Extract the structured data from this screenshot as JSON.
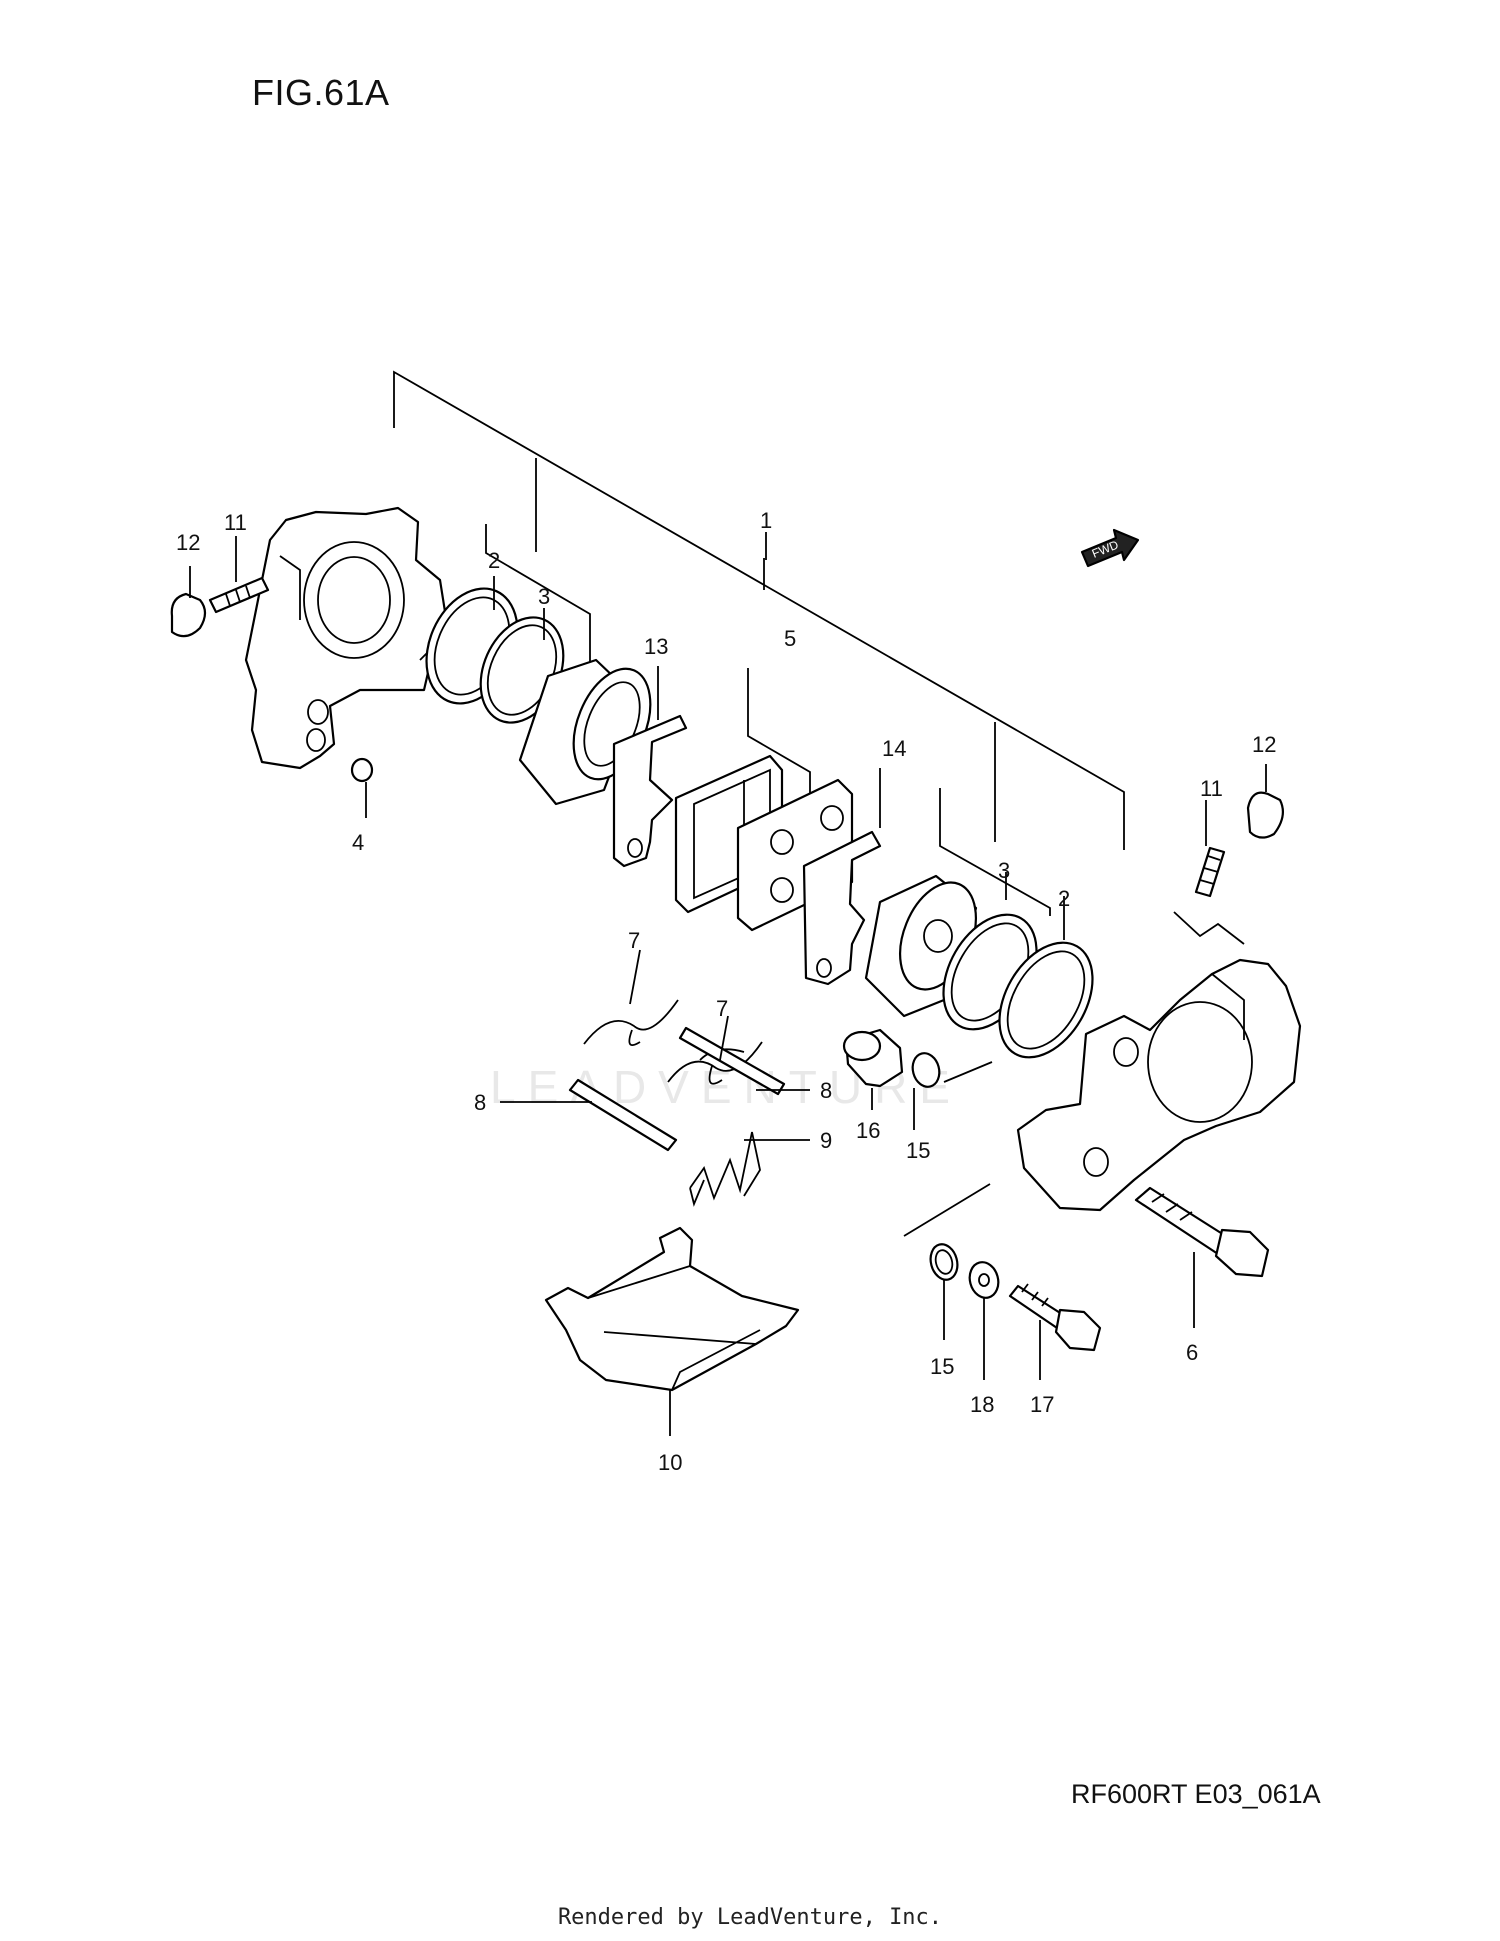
{
  "figure": {
    "title": "FIG.61A",
    "code": "RF600RT E03_061A",
    "footer": "Rendered by LeadVenture, Inc.",
    "watermark": "LEADVENTURE",
    "fwd_label": "FWD"
  },
  "callouts": {
    "c1": "1",
    "c2a": "2",
    "c2b": "2",
    "c3a": "3",
    "c3b": "3",
    "c4": "4",
    "c5": "5",
    "c6": "6",
    "c7a": "7",
    "c7b": "7",
    "c8a": "8",
    "c8b": "8",
    "c9": "9",
    "c10": "10",
    "c11a": "11",
    "c11b": "11",
    "c12a": "12",
    "c12b": "12",
    "c13": "13",
    "c14": "14",
    "c15a": "15",
    "c15b": "15",
    "c16": "16",
    "c17": "17",
    "c18": "18"
  }
}
